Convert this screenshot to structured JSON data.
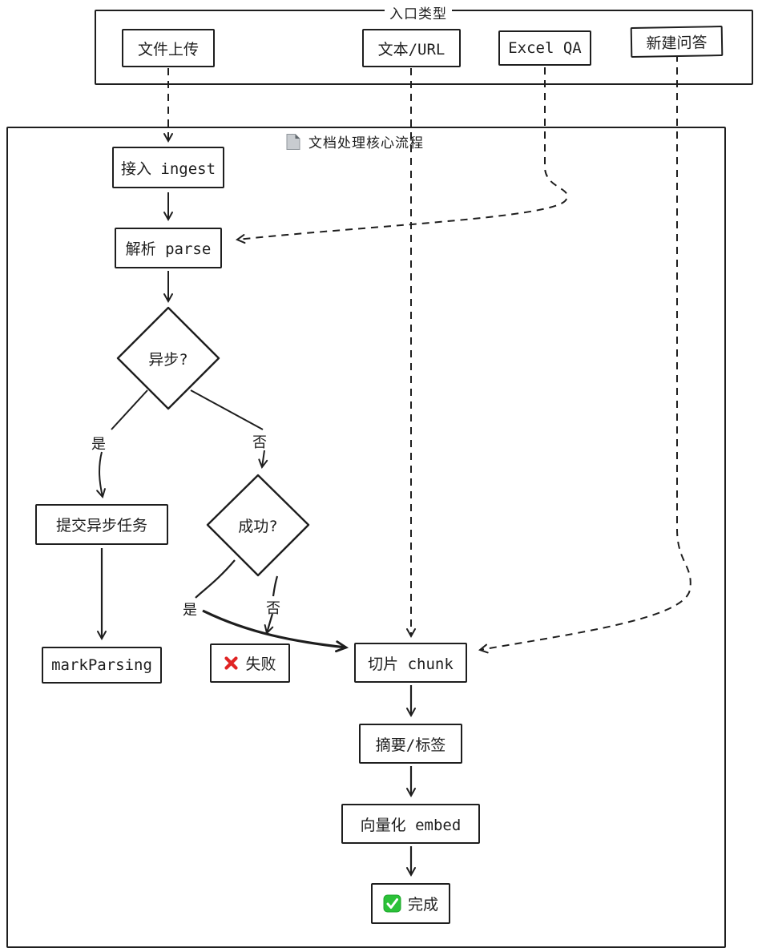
{
  "entry_panel": {
    "title": "入口类型",
    "items": [
      {
        "label": "文件上传"
      },
      {
        "label": "文本/URL"
      },
      {
        "label": "Excel QA"
      },
      {
        "label": "新建问答"
      }
    ]
  },
  "main_panel": {
    "title": "文档处理核心流程",
    "title_icon": "document-page"
  },
  "nodes": {
    "ingest": "接入 ingest",
    "parse": "解析 parse",
    "async_q": "异步?",
    "submit_async": "提交异步任务",
    "mark_parsing": "markParsing",
    "success_q": "成功?",
    "fail": "失败",
    "chunk": "切片 chunk",
    "summary": "摘要/标签",
    "embed": "向量化 embed",
    "done": "完成"
  },
  "edge_labels": {
    "async_yes": "是",
    "async_no": "否",
    "success_yes": "是",
    "success_no": "否"
  },
  "icons": {
    "fail": "red-x",
    "done": "green-check",
    "title": "grey-page"
  },
  "colors": {
    "stroke": "#1e1e1e",
    "background": "#ffffff",
    "fail_x": "#e02424",
    "done_green": "#2bc138"
  }
}
